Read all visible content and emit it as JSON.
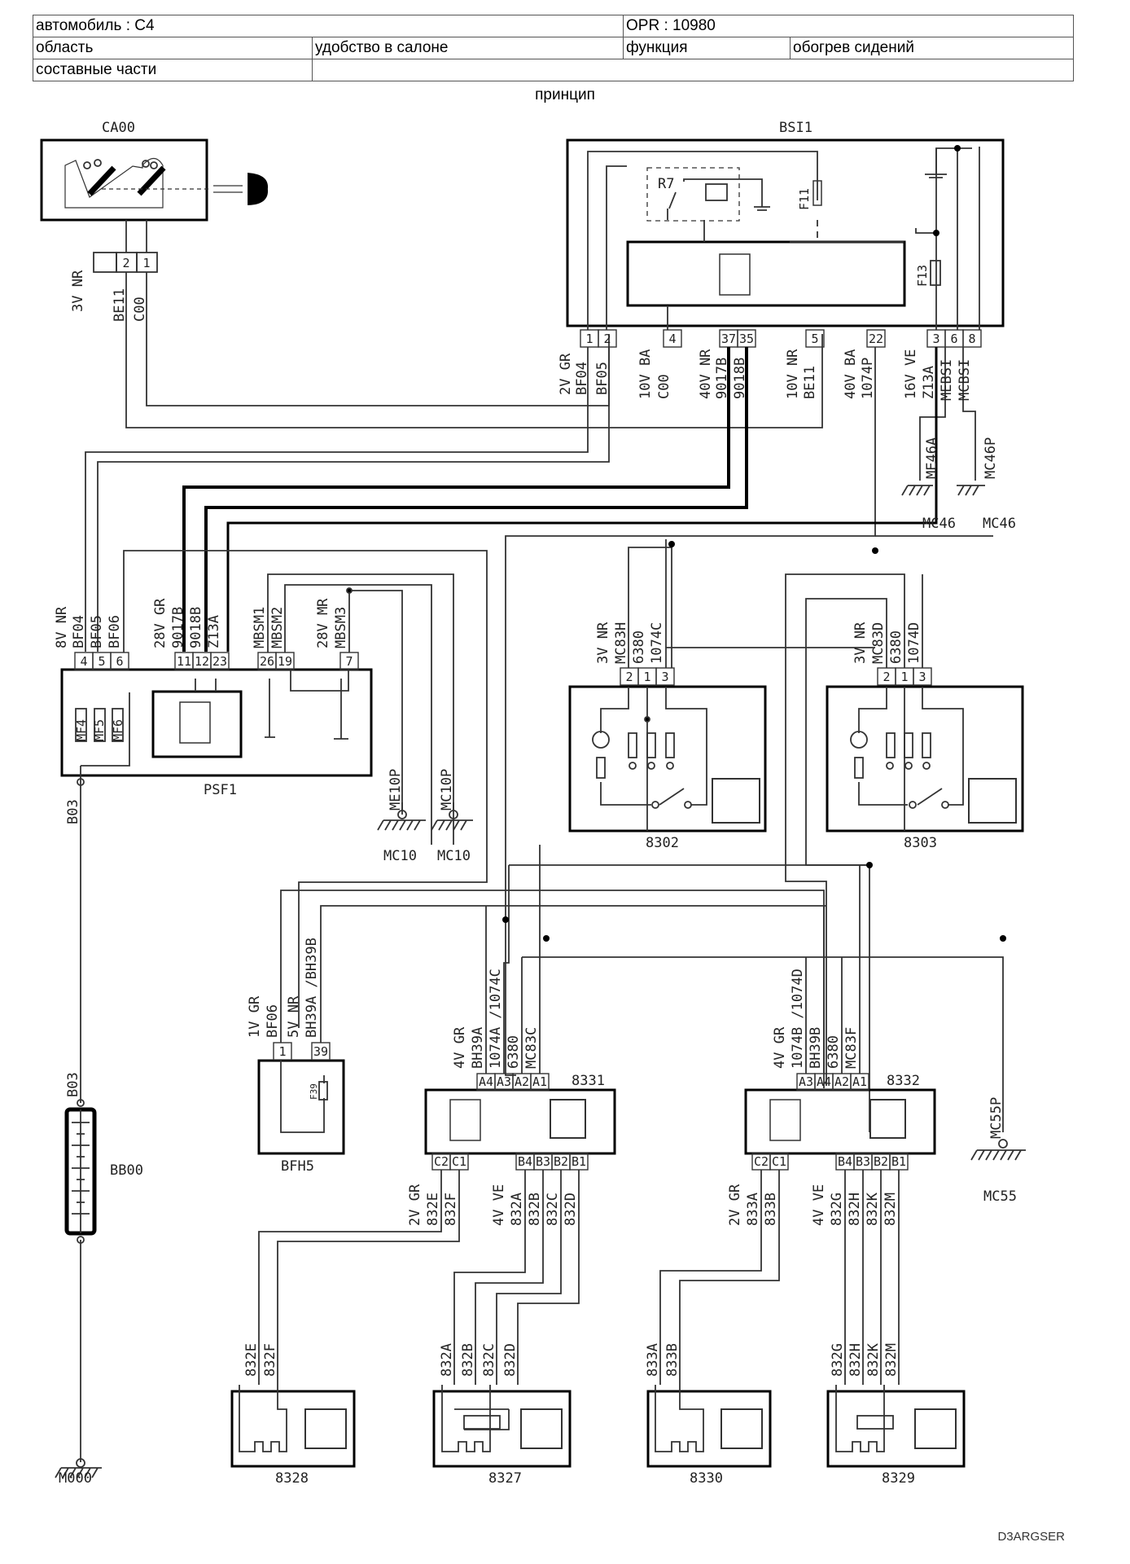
{
  "header": {
    "vehicle": "автомобиль : C4",
    "opr": "OPR : 10980",
    "area_label": "область",
    "area_value": "удобство в салоне",
    "function_label": "функция",
    "function_value": "обогрев сидений",
    "parts_label": "составные части",
    "parts_value": ""
  },
  "principle": "принцип",
  "components": {
    "ca00": "CA00",
    "bsi1": "BSI1",
    "psf1": "PSF1",
    "bb00": "BB00",
    "bfh5": "BFH5",
    "c8302": "8302",
    "c8303": "8303",
    "c8331": "8331",
    "c8332": "8332",
    "c8328": "8328",
    "c8327": "8327",
    "c8330": "8330",
    "c8329": "8329"
  },
  "grounds": {
    "mc46a": "MC46",
    "mc46b": "MC46",
    "mc10a": "MC10",
    "mc10b": "MC10",
    "mc55": "MC55",
    "m000": "M000"
  },
  "internal": {
    "r7": "R7",
    "f11": "F11",
    "f13": "F13",
    "f39": "F39",
    "mf4": "MF4",
    "mf5": "MF5",
    "mf6": "MF6"
  },
  "wires": {
    "ca00_conn": "3V NR",
    "ca00_w1": "BE11",
    "ca00_w2": "C00",
    "bsi_c1": "2V GR",
    "bsi_w1": "BF04",
    "bsi_w2": "BF05",
    "bsi_c2": "10V BA",
    "bsi_w3": "C00",
    "bsi_c3": "40V NR",
    "bsi_w4": "9017B",
    "bsi_w5": "9018B",
    "bsi_c4": "10V NR",
    "bsi_w6": "BE11",
    "bsi_c5": "40V BA",
    "bsi_w7": "1074P",
    "bsi_c6": "16V VE",
    "bsi_w8": "Z13A",
    "bsi_w9": "MEBSI",
    "bsi_w10": "MCBSI",
    "me46a": "ME46A",
    "mc46p": "MC46P",
    "psf_c1": "8V NR",
    "psf_w1": "BF04",
    "psf_w2": "BF05",
    "psf_w3": "BF06",
    "psf_c2": "28V GR",
    "psf_w4": "9017B",
    "psf_w5": "9018B",
    "psf_w6": "Z13A",
    "psf_w7": "MBSM1",
    "psf_w8": "MBSM2",
    "psf_c3": "28V MR",
    "psf_w9": "MBSM3",
    "me10p": "ME10P",
    "mc10p": "MC10P",
    "b03a": "B03",
    "b03b": "B03",
    "s8302_c": "3V NR",
    "s8302_w1": "MC83H",
    "s8302_w2": "6380",
    "s8302_w3": "1074C",
    "s8303_c": "3V NR",
    "s8303_w1": "MC83D",
    "s8303_w2": "6380",
    "s8303_w3": "1074D",
    "bfh5_c1": "1V GR",
    "bfh5_w1": "BF06",
    "bfh5_c2": "5V NR",
    "bfh5_w2": "BH39A /BH39B",
    "m8331_c": "4V GR",
    "m8331_w1": "BH39A",
    "m8331_w2": "1074A /1074C",
    "m8331_w3": "6380",
    "m8331_w4": "MC83C",
    "m8332_c": "4V GR",
    "m8332_w1": "1074B /1074D",
    "m8332_w2": "BH39B",
    "m8332_w3": "6380",
    "m8332_w4": "MC83F",
    "mc55p": "MC55P",
    "o8331_c1": "2V GR",
    "o8331_w1": "832E",
    "o8331_w2": "832F",
    "o8331_c2": "4V VE",
    "o8331_w3": "832A",
    "o8331_w4": "832B",
    "o8331_w5": "832C",
    "o8331_w6": "832D",
    "o8332_c1": "2V GR",
    "o8332_w1": "833A",
    "o8332_w2": "833B",
    "o8332_c2": "4V VE",
    "o8332_w3": "832G",
    "o8332_w4": "832H",
    "o8332_w5": "832K",
    "o8332_w6": "832M",
    "s8328_w1": "832E",
    "s8328_w2": "832F",
    "s8327_w1": "832A",
    "s8327_w2": "832B",
    "s8327_w3": "832C",
    "s8327_w4": "832D",
    "s8330_w1": "833A",
    "s8330_w2": "833B",
    "s8329_w1": "832G",
    "s8329_w2": "832H",
    "s8329_w3": "832K",
    "s8329_w4": "832M"
  },
  "pins": {
    "ca00": [
      "2",
      "1"
    ],
    "bsi1": [
      "1",
      "2",
      "4",
      "37",
      "35",
      "5",
      "22",
      "3",
      "6",
      "8"
    ],
    "psf1": [
      "4",
      "5",
      "6",
      "11",
      "12",
      "23",
      "26",
      "19",
      "7"
    ],
    "sw": [
      "2",
      "1",
      "3"
    ],
    "bfh5": [
      "1",
      "39"
    ],
    "m8331_in": [
      "A4",
      "A3",
      "A2",
      "A1"
    ],
    "m8332_in": [
      "A3",
      "A4",
      "A2",
      "A1"
    ],
    "m_out": [
      "C2",
      "C1",
      "B4",
      "B3",
      "B2",
      "B1"
    ]
  },
  "drawing_code": "D3ARGSER"
}
